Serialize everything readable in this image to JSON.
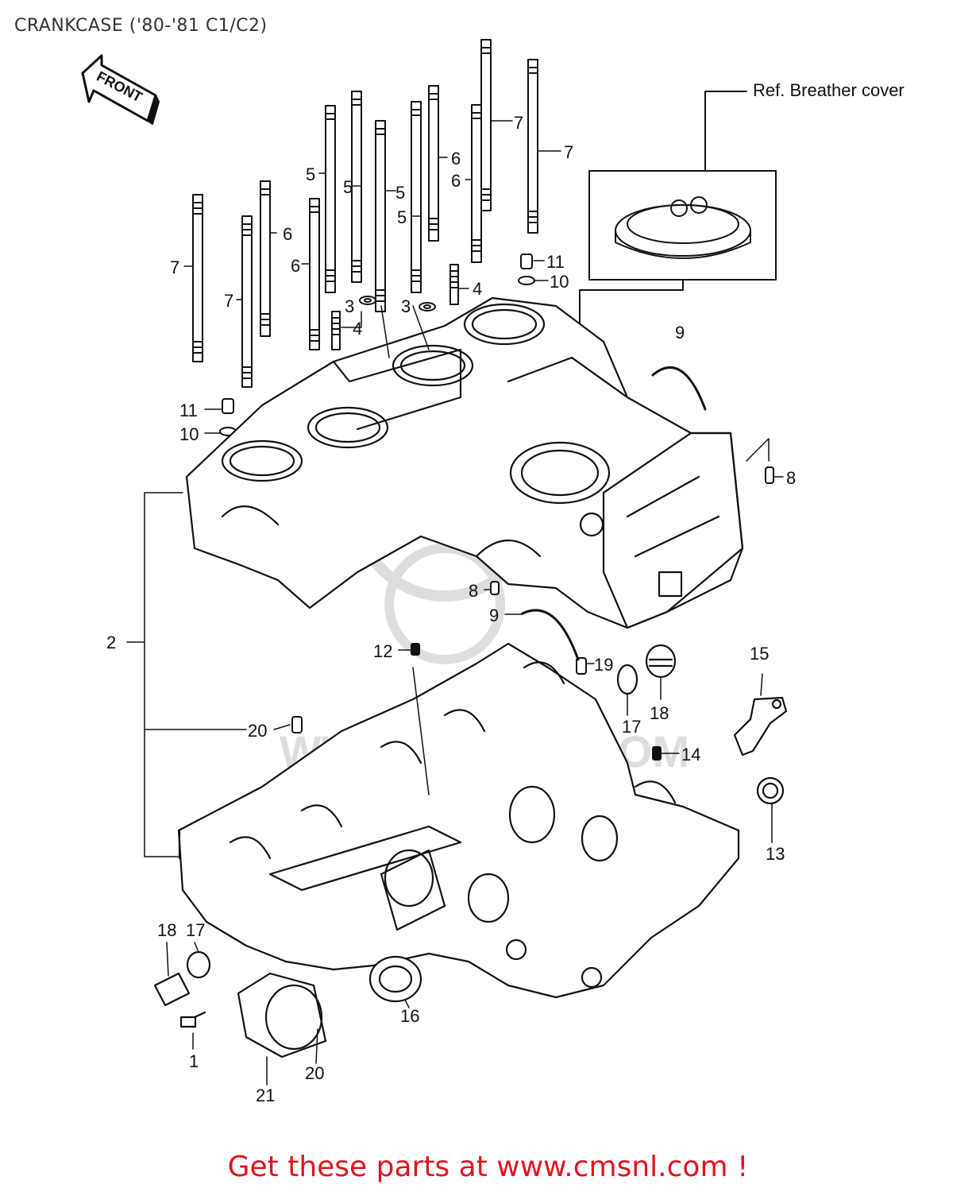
{
  "page": {
    "title": "CRANKCASE ('80-'81 C1/C2)",
    "footer": "Get these parts at www.cmsnl.com !",
    "footer_color": "#e0141e"
  },
  "diagram": {
    "front_arrow": "FRONT",
    "reference_note": "Ref. Breather cover",
    "watermark": "WWW.CMSNL.COM",
    "callouts": [
      "1",
      "2",
      "3",
      "3",
      "4",
      "4",
      "5",
      "5",
      "5",
      "5",
      "6",
      "6",
      "6",
      "6",
      "7",
      "7",
      "7",
      "7",
      "8",
      "8",
      "9",
      "9",
      "10",
      "10",
      "11",
      "11",
      "12",
      "13",
      "14",
      "15",
      "16",
      "17",
      "17",
      "18",
      "18",
      "19",
      "20",
      "20",
      "21"
    ]
  }
}
